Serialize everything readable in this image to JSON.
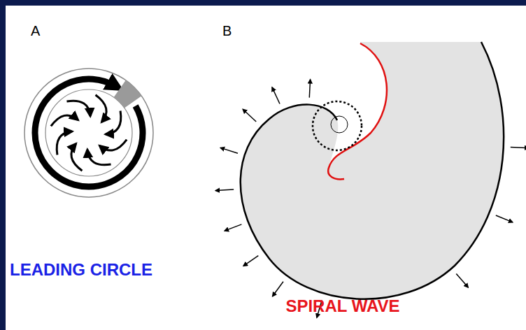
{
  "diagram": {
    "labels": [
      "A",
      "B",
      "LEADING CIRCLE",
      "SPIRAL WAVE"
    ]
  }
}
